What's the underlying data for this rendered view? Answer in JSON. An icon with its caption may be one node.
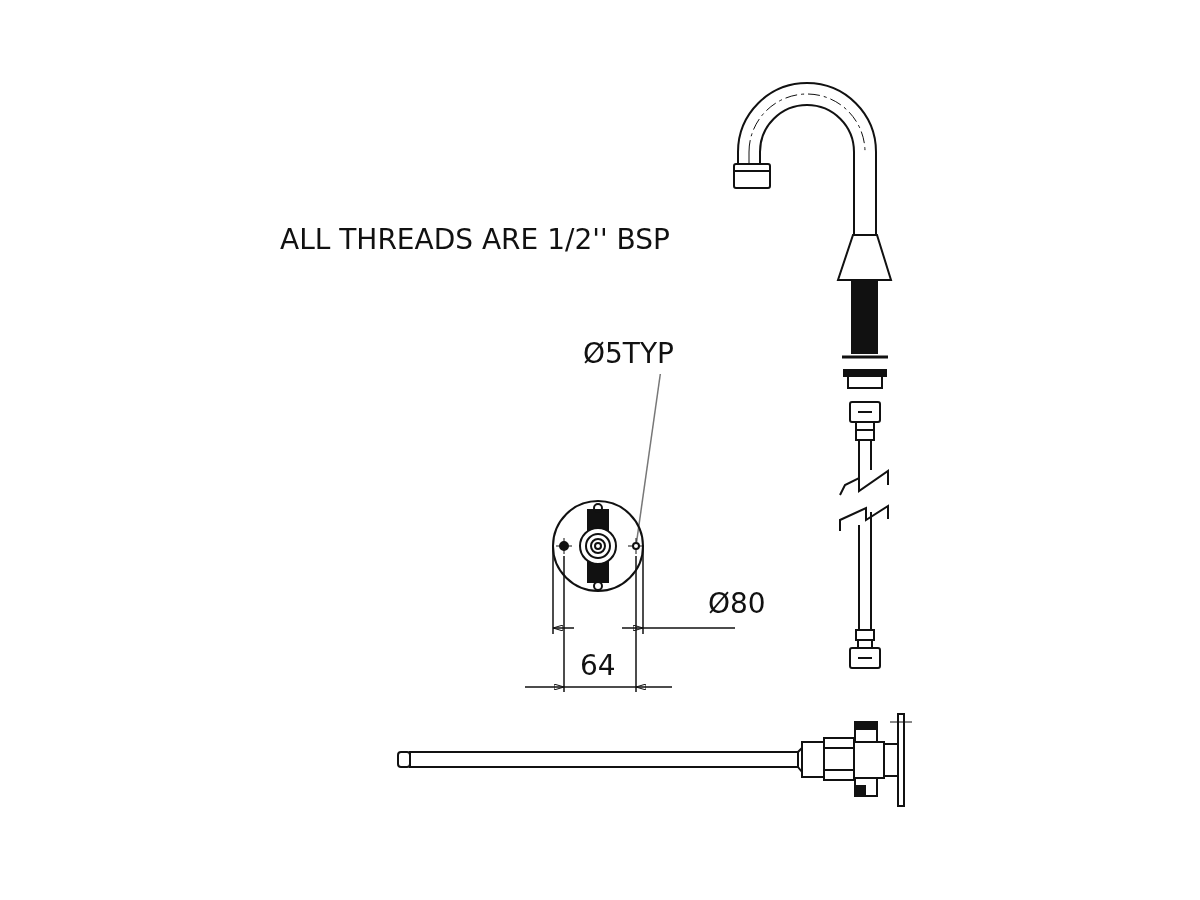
{
  "diagram": {
    "nodes": [
      {
        "text": [
          "Ø5TYP"
        ]
      },
      {
        "text": [],
        "shape": "circle"
      }
    ],
    "edges": [
      {
        "from": 0,
        "to": 1,
        "arrow": "none"
      }
    ],
    "labels": [
      "ALL THREADS ARE 1/2'' BSP",
      "Ø80",
      "64"
    ]
  }
}
